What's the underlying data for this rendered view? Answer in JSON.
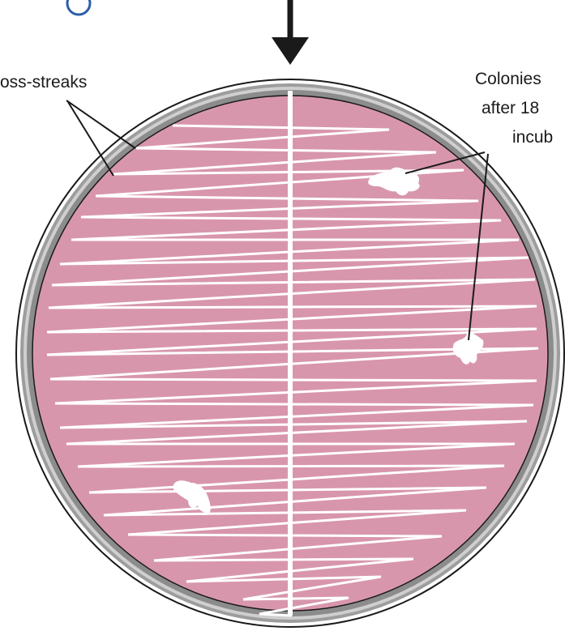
{
  "labels": {
    "cross_streaks": "oss-streaks",
    "colonies_line1": "Colonies",
    "colonies_line2": "after 18",
    "colonies_line3": "incub"
  },
  "colors": {
    "agar": "#d896ad",
    "streak": "#ffffff",
    "plate_rim": "#9d9d9d",
    "plate_rim_light": "#cfcfcf",
    "ink": "#1a1a1a"
  },
  "icons": {
    "arrow": "down-arrow-icon",
    "step_marker": "circled-number-icon"
  }
}
